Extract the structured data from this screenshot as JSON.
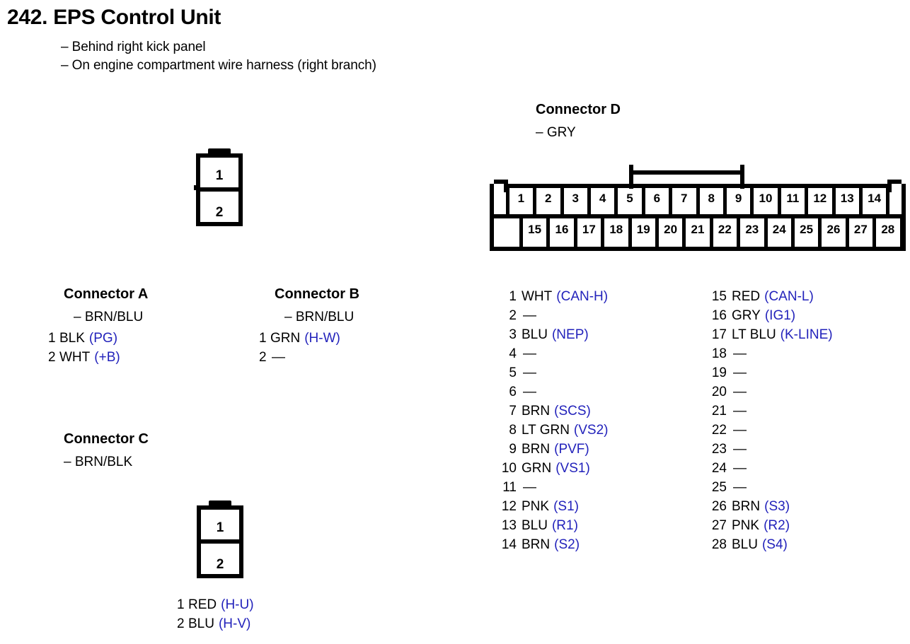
{
  "page": {
    "title": "242. EPS Control Unit",
    "notes": [
      "– Behind right kick panel",
      "– On engine compartment wire harness (right branch)"
    ],
    "accent_color": "#2222bb",
    "text_color": "#000000",
    "background_color": "#ffffff"
  },
  "connector_a": {
    "title": "Connector A",
    "subtitle": "– BRN/BLU",
    "pins": [
      {
        "no": "1",
        "color": "BLK",
        "signal": "(PG)"
      },
      {
        "no": "2",
        "color": "WHT",
        "signal": "(+B)"
      }
    ]
  },
  "connector_b": {
    "title": "Connector B",
    "subtitle": "– BRN/BLU",
    "pins": [
      {
        "no": "1",
        "color": "GRN",
        "signal": "(H-W)"
      },
      {
        "no": "2",
        "color": "—",
        "signal": ""
      }
    ]
  },
  "connector_c": {
    "title": "Connector C",
    "subtitle": "– BRN/BLK",
    "pins": [
      {
        "no": "1",
        "color": "RED",
        "signal": "(H-U)"
      },
      {
        "no": "2",
        "color": "BLU",
        "signal": "(H-V)"
      }
    ]
  },
  "connector_d": {
    "title": "Connector D",
    "subtitle": "– GRY",
    "housing": {
      "top_row": [
        "1",
        "2",
        "3",
        "4",
        "5",
        "6",
        "7",
        "8",
        "9",
        "10",
        "11",
        "12",
        "13",
        "14"
      ],
      "bottom_row": [
        "15",
        "16",
        "17",
        "18",
        "19",
        "20",
        "21",
        "22",
        "23",
        "24",
        "25",
        "26",
        "27",
        "28"
      ]
    },
    "pins_left": [
      {
        "no": "1",
        "color": "WHT",
        "signal": "(CAN-H)"
      },
      {
        "no": "2",
        "color": "—",
        "signal": ""
      },
      {
        "no": "3",
        "color": "BLU",
        "signal": "(NEP)"
      },
      {
        "no": "4",
        "color": "—",
        "signal": ""
      },
      {
        "no": "5",
        "color": "—",
        "signal": ""
      },
      {
        "no": "6",
        "color": "—",
        "signal": ""
      },
      {
        "no": "7",
        "color": "BRN",
        "signal": "(SCS)"
      },
      {
        "no": "8",
        "color": "LT GRN",
        "signal": "(VS2)"
      },
      {
        "no": "9",
        "color": "BRN",
        "signal": "(PVF)"
      },
      {
        "no": "10",
        "color": "GRN",
        "signal": "(VS1)"
      },
      {
        "no": "11",
        "color": "—",
        "signal": ""
      },
      {
        "no": "12",
        "color": "PNK",
        "signal": "(S1)"
      },
      {
        "no": "13",
        "color": "BLU",
        "signal": "(R1)"
      },
      {
        "no": "14",
        "color": "BRN",
        "signal": "(S2)"
      }
    ],
    "pins_right": [
      {
        "no": "15",
        "color": "RED",
        "signal": "(CAN-L)"
      },
      {
        "no": "16",
        "color": "GRY",
        "signal": "(IG1)"
      },
      {
        "no": "17",
        "color": "LT BLU",
        "signal": "(K-LINE)"
      },
      {
        "no": "18",
        "color": "—",
        "signal": ""
      },
      {
        "no": "19",
        "color": "—",
        "signal": ""
      },
      {
        "no": "20",
        "color": "—",
        "signal": ""
      },
      {
        "no": "21",
        "color": "—",
        "signal": ""
      },
      {
        "no": "22",
        "color": "—",
        "signal": ""
      },
      {
        "no": "23",
        "color": "—",
        "signal": ""
      },
      {
        "no": "24",
        "color": "—",
        "signal": ""
      },
      {
        "no": "25",
        "color": "—",
        "signal": ""
      },
      {
        "no": "26",
        "color": "BRN",
        "signal": "(S3)"
      },
      {
        "no": "27",
        "color": "PNK",
        "signal": "(R2)"
      },
      {
        "no": "28",
        "color": "BLU",
        "signal": "(S4)"
      }
    ]
  },
  "symbols": {
    "connector_ab_cells": [
      "1",
      "2"
    ],
    "connector_c_cells": [
      "1",
      "2"
    ]
  }
}
